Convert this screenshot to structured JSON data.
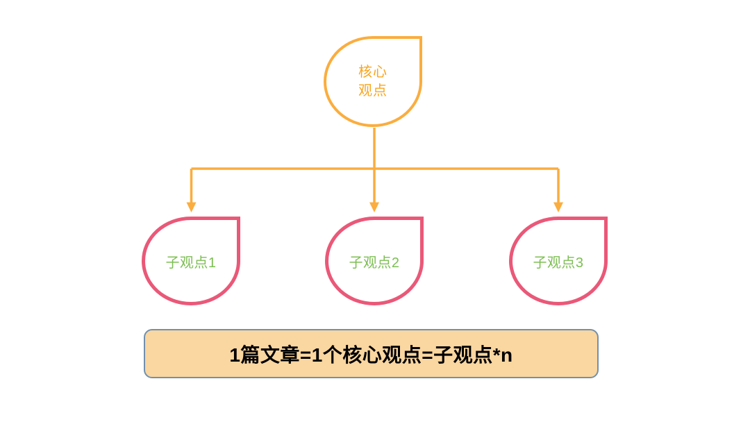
{
  "page": {
    "background_color": "#FFFFFF"
  },
  "diagram": {
    "root_node": {
      "label": "核心\n观点",
      "border_color": "#FBAD3E",
      "text_color": "#F9A51D"
    },
    "child_nodes": [
      {
        "label": "子观点1"
      },
      {
        "label": "子观点2"
      },
      {
        "label": "子观点3"
      }
    ],
    "child_node_style": {
      "border_color": "#EA5878",
      "text_color": "#7CBE52"
    },
    "connector": {
      "color": "#FBAD3E",
      "arrow_count": 3
    },
    "summary_box": {
      "text": "1篇文章=1个核心观点=子观点*n",
      "fill_color": "#FAD6A0",
      "border_color": "#7190AD",
      "text_color": "#000000"
    }
  }
}
